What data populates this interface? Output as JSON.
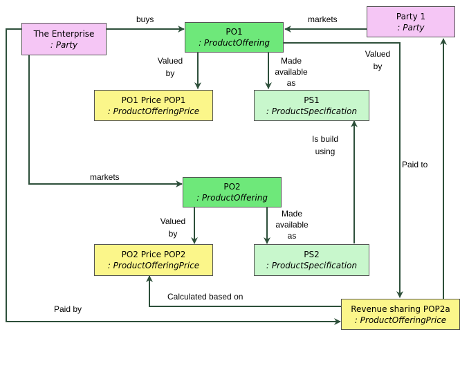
{
  "nodes": {
    "enterprise": {
      "name": "The Enterprise",
      "type": ": Party"
    },
    "party1": {
      "name": "Party 1",
      "type": ": Party"
    },
    "po1": {
      "name": "PO1",
      "type": ": ProductOffering"
    },
    "po2": {
      "name": "PO2",
      "type": ": ProductOffering"
    },
    "pop1": {
      "name": "PO1 Price POP1",
      "type": ": ProductOfferingPrice"
    },
    "pop2": {
      "name": "PO2 Price POP2",
      "type": ": ProductOfferingPrice"
    },
    "ps1": {
      "name": "PS1",
      "type": ": ProductSpecification"
    },
    "ps2": {
      "name": "PS2",
      "type": ": ProductSpecification"
    },
    "rs": {
      "name": "Revenue sharing POP2a",
      "type": ": ProductOfferingPrice"
    }
  },
  "edges": {
    "buys": "buys",
    "markets_party1": "markets",
    "markets_enterprise": "markets",
    "valued_by_po1": [
      "Valued",
      "by"
    ],
    "made_available_po1": [
      "Made",
      "available",
      "as"
    ],
    "valued_by_party1": [
      "Valued",
      "by"
    ],
    "is_build_using": [
      "Is build",
      "using"
    ],
    "paid_to": "Paid to",
    "valued_by_po2": [
      "Valued",
      "by"
    ],
    "made_available_po2": [
      "Made",
      "available",
      "as"
    ],
    "calculated_based_on": "Calculated based on",
    "paid_by": "Paid by"
  },
  "colors": {
    "party": "#f5c6f5",
    "product_offering": "#6ee87a",
    "product_specification": "#c8f7cc",
    "product_offering_price": "#fbf68a",
    "line": "#2d4f3a"
  }
}
